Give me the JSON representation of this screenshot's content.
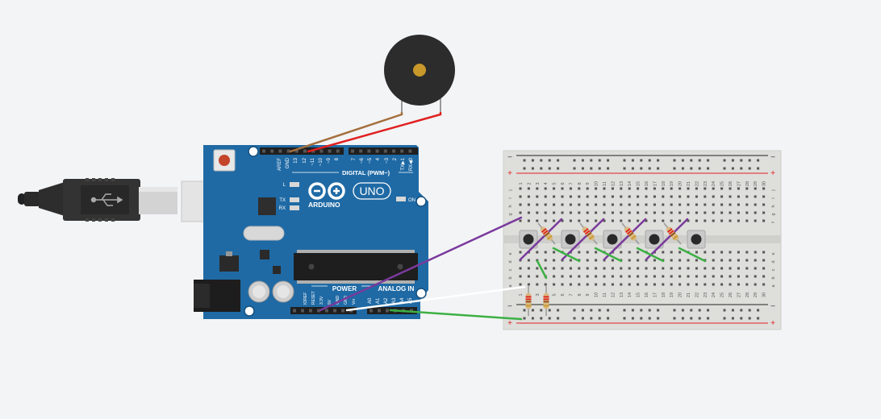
{
  "board": {
    "brand": "ARDUINO",
    "model": "UNO",
    "on_label": "ON",
    "digital_label": "DIGITAL (PWM~)",
    "power_label": "POWER",
    "analog_label": "ANALOG IN",
    "l_label": "L",
    "tx_label": "TX",
    "rx_label": "RX",
    "digital_pins": [
      "AREF",
      "GND",
      "13",
      "12",
      "~11",
      "~10",
      "~9",
      "8",
      "7",
      "~6",
      "~5",
      "4",
      "~3",
      "2",
      "TX▶1",
      "RX◀0"
    ],
    "power_pins": [
      "IOREF",
      "RESET",
      "3.3V",
      "5V",
      "GND",
      "GND",
      "Vin"
    ],
    "analog_pins": [
      "A0",
      "A1",
      "A2",
      "A3",
      "A4",
      "A5"
    ]
  },
  "breadboard": {
    "minus_label": "–",
    "plus_label": "+",
    "row_letters_top": [
      "j",
      "i",
      "h",
      "g",
      "f"
    ],
    "row_letters_bottom": [
      "e",
      "d",
      "c",
      "b",
      "a"
    ],
    "column_numbers": [
      "1",
      "2",
      "3",
      "4",
      "5",
      "6",
      "7",
      "8",
      "9",
      "10",
      "11",
      "12",
      "13",
      "14",
      "15",
      "16",
      "17",
      "18",
      "19",
      "20",
      "21",
      "22",
      "23",
      "24",
      "25",
      "26",
      "27",
      "28",
      "29",
      "30"
    ]
  },
  "colors": {
    "board": "#1f6aa5",
    "board_dark": "#17558a",
    "breadboard": "#dededb",
    "wire_brown": "#a4703f",
    "wire_red": "#e02020",
    "wire_purple": "#7a3a9c",
    "wire_green": "#3cb044",
    "wire_white": "#ffffff",
    "buzzer": "#2c2c2c",
    "resistor": "#d9b980"
  }
}
